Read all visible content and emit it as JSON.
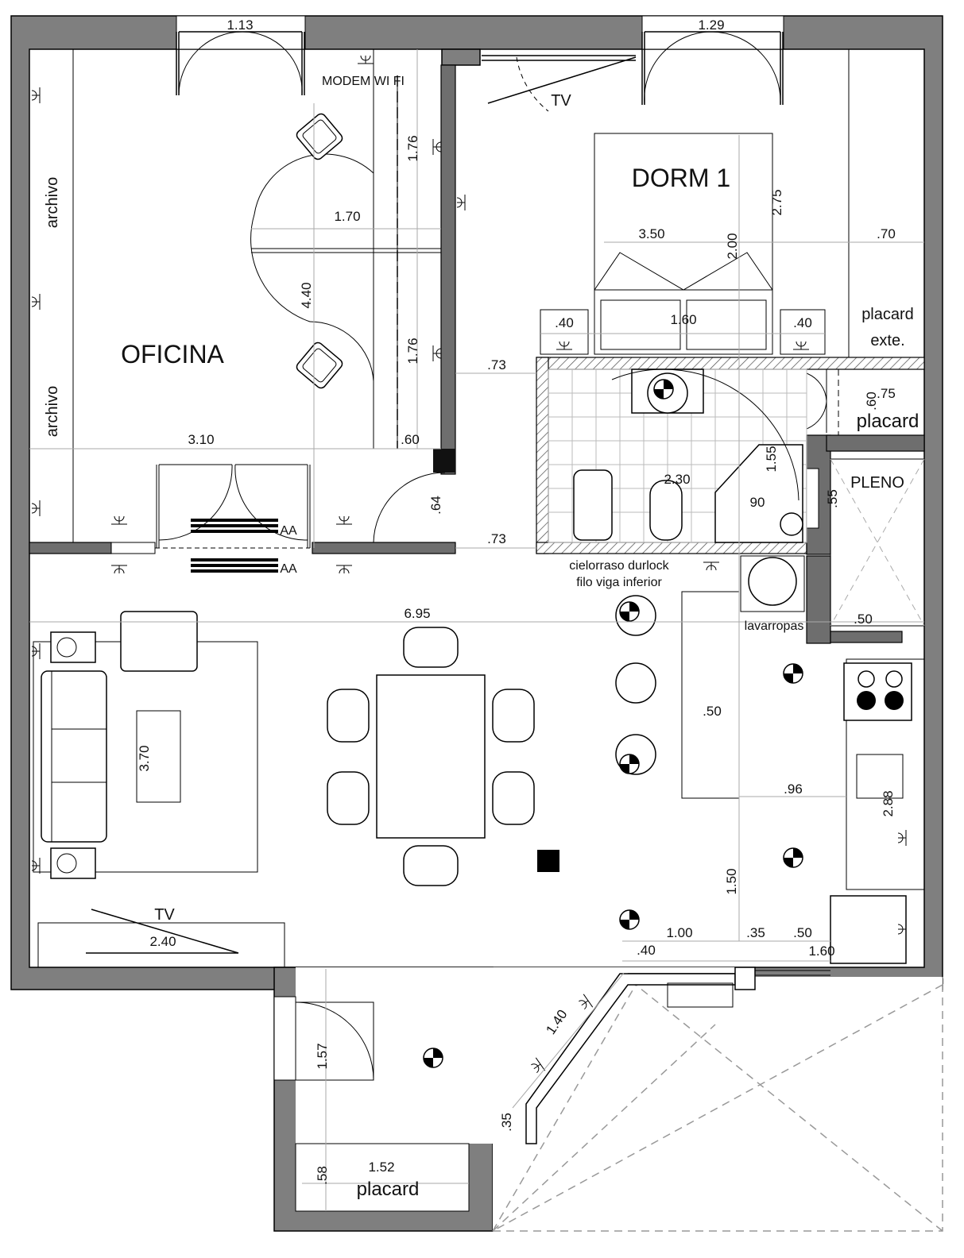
{
  "rooms": {
    "office": "OFICINA",
    "bedroom": "DORM 1",
    "pleno": "PLENO",
    "archivo_top": "archivo",
    "archivo_bottom": "archivo",
    "placard_ext_1": "placard",
    "placard_ext_2": "exte.",
    "placard_bath": "placard",
    "placard_bottom": "placard",
    "lavarropas": "lavarropas"
  },
  "annotations": {
    "modem": "MODEM WI FI",
    "tv_bedroom": "TV",
    "tv_living": "TV",
    "aa_top": "AA",
    "aa_bottom": "AA",
    "ceiling_1": "cielorraso durlock",
    "ceiling_2": "filo viga inferior"
  },
  "dims": [
    "1.13",
    "1.29",
    "2.75",
    "3.50",
    ".70",
    "2.00",
    "1.76",
    "1.70",
    "4.40",
    "1.76",
    ".40",
    "1.60",
    ".40",
    ".73",
    "3.10",
    ".60",
    ".75",
    ".60",
    "2.30",
    "1.55",
    ".64",
    ".55",
    "90",
    ".73",
    "6.95",
    ".50",
    ".50",
    "3.70",
    ".96",
    "2.88",
    "1.50",
    "2.40",
    "1.00",
    ".35",
    ".50",
    "1.60",
    ".40",
    "1.40",
    "1.57",
    ".35",
    ".58",
    "1.52"
  ],
  "colors": {
    "wall": "#7f7f7f",
    "dimension_line": "#aaaaaa"
  }
}
